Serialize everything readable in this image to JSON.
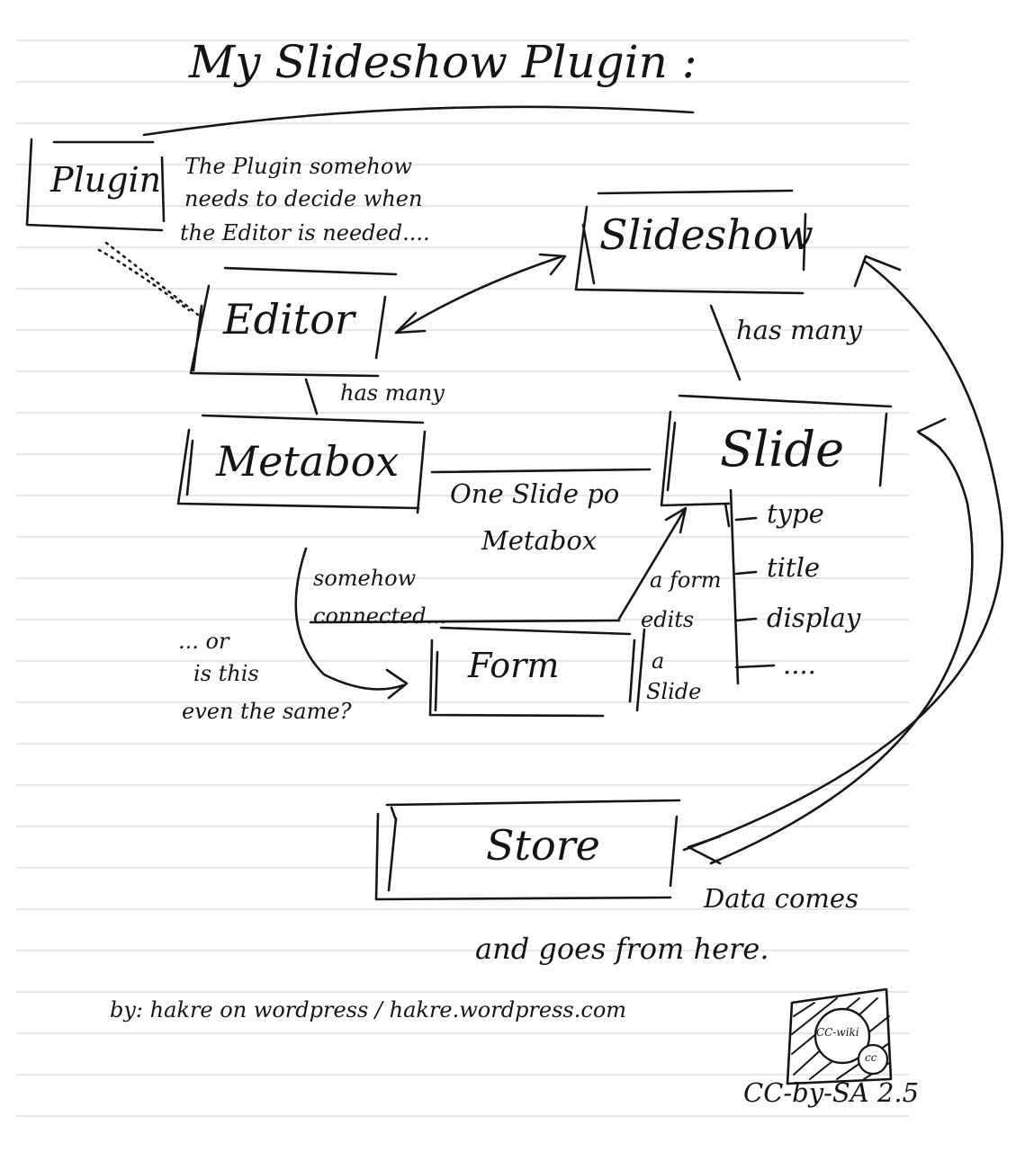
{
  "title": "My Slideshow Plugin :",
  "boxes": {
    "plugin": "Plugin",
    "slideshow": "Slideshow",
    "editor": "Editor",
    "metabox": "Metabox",
    "slide": "Slide",
    "form": "Form",
    "store": "Store"
  },
  "notes": {
    "plugin_note": [
      "The Plugin somehow",
      "needs to decide when",
      "the Editor is needed...."
    ],
    "slideshow_has_many": "has many",
    "editor_has_many": "has many",
    "one_slide_per": [
      "One Slide po",
      "Metabox"
    ],
    "somehow_connected": [
      "somehow",
      "connected..."
    ],
    "or_same": [
      "... or",
      "is this",
      "even the same?"
    ],
    "form_edits": [
      "a form",
      "edits",
      "a",
      "Slide"
    ],
    "slide_fields": [
      "type",
      "title",
      "display",
      "...."
    ],
    "store_note": [
      "Data comes",
      "and goes from here."
    ]
  },
  "footer": {
    "author": "by: hakre on wordpress / hakre.wordpress.com",
    "license": "CC-by-SA 2.5",
    "badge_main": "CC-wiki",
    "badge_small": "cc"
  }
}
